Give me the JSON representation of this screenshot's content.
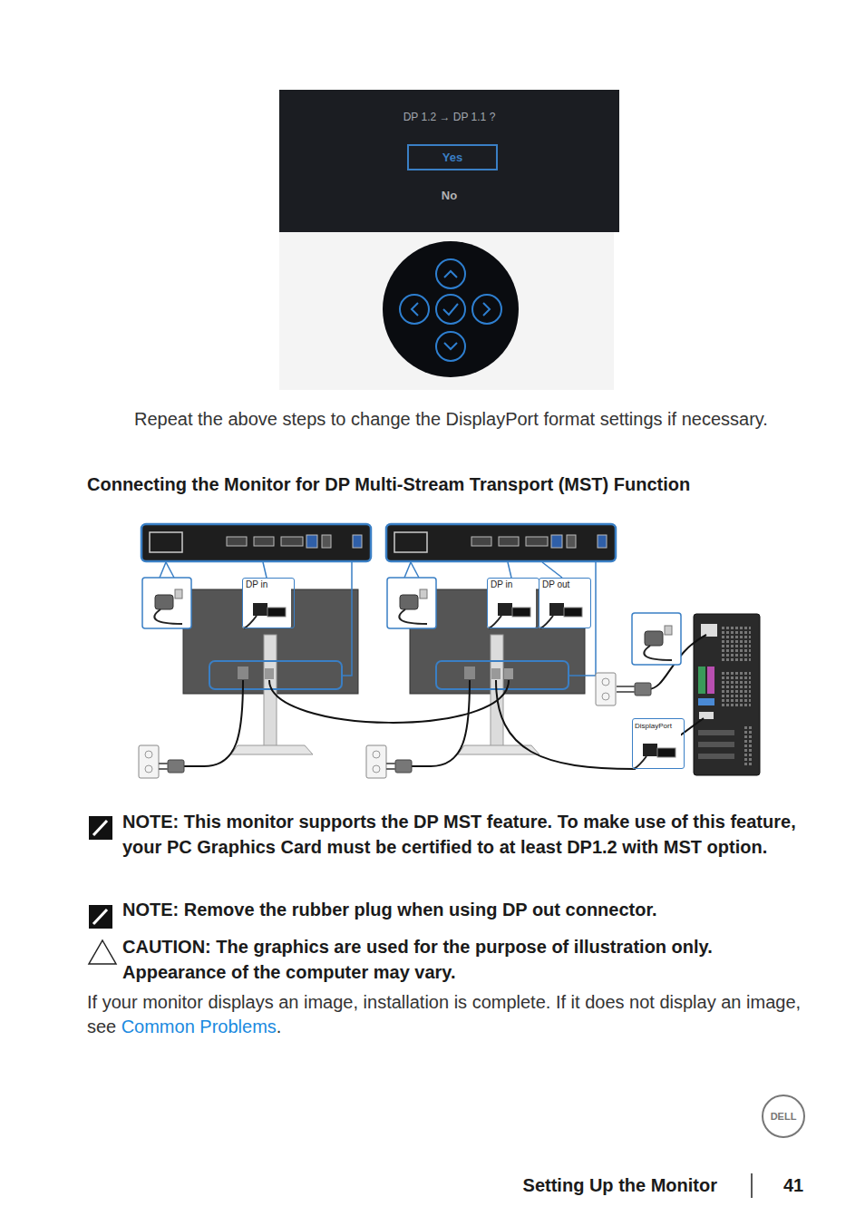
{
  "diagram": {
    "title": "Connecting the Monitor for DP Multi-Stream Transport (MST) Function",
    "nodes": [
      {
        "text": [
          "DP 1.2 → DP 1.1 ?",
          "No"
        ]
      },
      {
        "text": [
          "Yes"
        ],
        "in": 0
      },
      {
        "text": [
          "DP in"
        ]
      },
      {
        "text": [
          "DP in"
        ]
      },
      {
        "text": [
          "DP out"
        ]
      },
      {
        "text": [
          "DisplayPort"
        ]
      }
    ],
    "labels": [
      "Repeat the above steps to change the DisplayPort format settings if necessary.",
      "NOTE: This monitor supports the DP MST feature. To make use of this feature, your PC Graphics Card must be certified to at least DP1.2 with MST option.",
      "NOTE: Remove the rubber plug when using DP out connector.",
      "CAUTION: The graphics are used for the purpose of illustration only. Appearance of the computer may vary.",
      "If your monitor displays an image, installation is complete. If it does not display an image, see",
      "Common Problems",
      ".",
      "DELL",
      "Setting Up the Monitor",
      "41"
    ]
  }
}
